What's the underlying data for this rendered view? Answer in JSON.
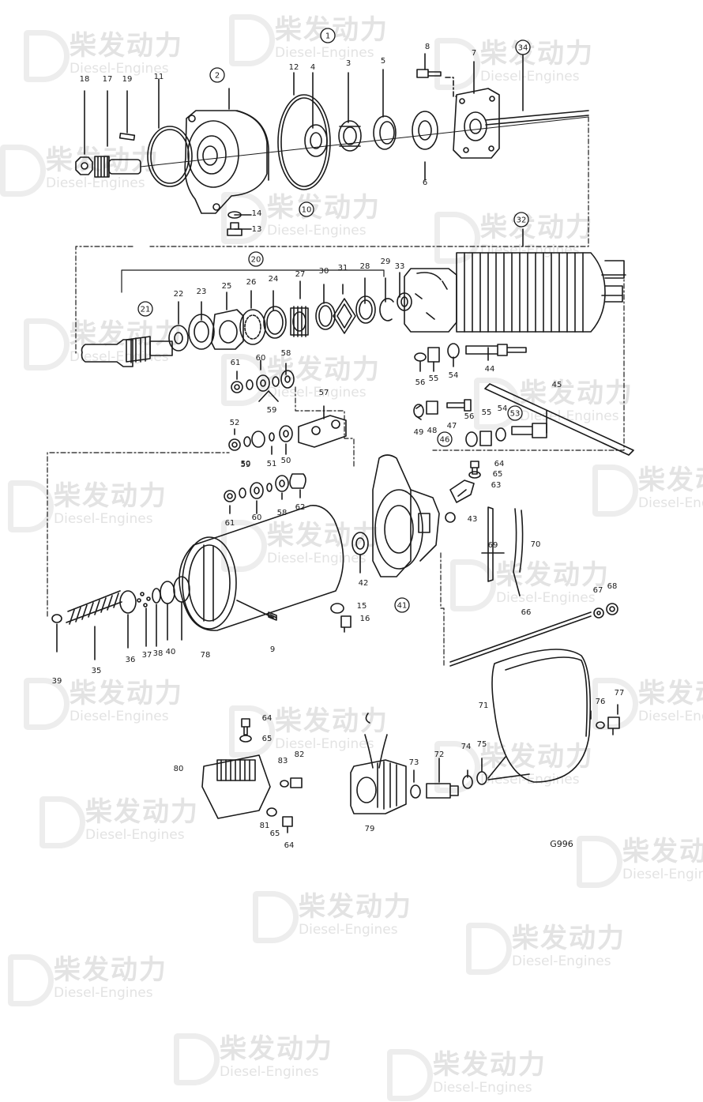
{
  "watermark": {
    "cn": "柴发动力",
    "en": "Diesel-Engines"
  },
  "figure_code": "G996",
  "labels": {
    "plain": [
      "18",
      "17",
      "19",
      "11",
      "12",
      "4",
      "3",
      "5",
      "8",
      "7",
      "6",
      "14",
      "13",
      "22",
      "23",
      "25",
      "26",
      "24",
      "27",
      "30",
      "31",
      "28",
      "29",
      "33",
      "56",
      "55",
      "54",
      "44",
      "61",
      "60",
      "58",
      "59",
      "57",
      "49",
      "48",
      "47",
      "56b",
      "55b",
      "54b",
      "52",
      "51",
      "50",
      "50b",
      "59b",
      "64",
      "65",
      "63",
      "43",
      "61b",
      "60b",
      "58b",
      "62",
      "69",
      "70",
      "67",
      "68",
      "42",
      "39",
      "35",
      "36",
      "37",
      "38",
      "40",
      "78",
      "9",
      "15",
      "16",
      "66",
      "71",
      "76",
      "77",
      "64b",
      "65b",
      "80",
      "83",
      "82",
      "81",
      "65c",
      "64c",
      "73",
      "72",
      "74",
      "75",
      "79",
      "45"
    ],
    "circled": [
      "1",
      "2",
      "34",
      "10",
      "32",
      "20",
      "21",
      "46",
      "53",
      "41"
    ]
  },
  "label_text": {
    "18": "18",
    "17": "17",
    "19": "19",
    "11": "11",
    "12": "12",
    "4": "4",
    "3": "3",
    "5": "5",
    "8": "8",
    "7": "7",
    "6": "6",
    "14": "14",
    "13": "13",
    "22": "22",
    "23": "23",
    "25": "25",
    "26": "26",
    "24": "24",
    "27": "27",
    "30": "30",
    "31": "31",
    "28": "28",
    "29": "29",
    "33": "33",
    "56": "56",
    "55": "55",
    "54": "54",
    "44": "44",
    "61": "61",
    "60": "60",
    "58": "58",
    "59": "59",
    "57": "57",
    "49": "49",
    "48": "48",
    "47": "47",
    "56b": "56",
    "55b": "55",
    "54b": "54",
    "52": "52",
    "51": "51",
    "50": "50",
    "50b": "50",
    "59b": "59",
    "64": "64",
    "65": "65",
    "63": "63",
    "43": "43",
    "61b": "61",
    "60b": "60",
    "58b": "58",
    "62": "62",
    "69": "69",
    "70": "70",
    "67": "67",
    "68": "68",
    "42": "42",
    "39": "39",
    "35": "35",
    "36": "36",
    "37": "37",
    "38": "38",
    "40": "40",
    "78": "78",
    "9": "9",
    "15": "15",
    "16": "16",
    "66": "66",
    "71": "71",
    "76": "76",
    "77": "77",
    "64b": "64",
    "65b": "65",
    "80": "80",
    "83": "83",
    "82": "82",
    "81": "81",
    "65c": "65",
    "64c": "64",
    "73": "73",
    "72": "72",
    "74": "74",
    "75": "75",
    "79": "79",
    "45": "45",
    "1": "1",
    "2": "2",
    "34": "34",
    "10": "10",
    "32": "32",
    "20": "20",
    "21": "21",
    "46": "46",
    "53": "53",
    "41": "41"
  },
  "colors": {
    "ink": "#1a1a1a",
    "watermark": "#e3e3e3",
    "background": "#ffffff"
  }
}
